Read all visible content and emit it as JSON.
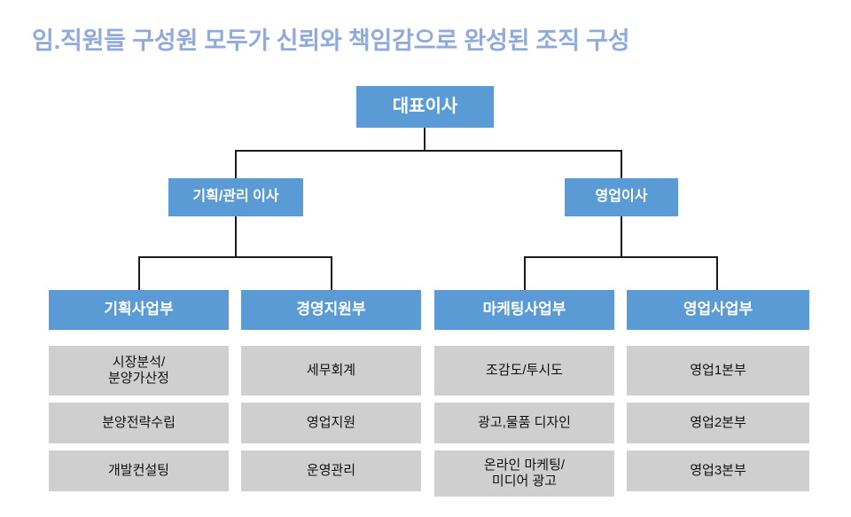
{
  "title": "임.직원들 구성원 모두가 신뢰와 책임감으로 완성된 조직 구성",
  "colors": {
    "title": "#8FAADC",
    "node_blue": "#5B9BD5",
    "node_gray": "#CFCFCF",
    "line": "#1A1A1A",
    "background": "#FFFFFF",
    "blue_text": "#FFFFFF",
    "gray_text": "#111111"
  },
  "org": {
    "root": {
      "label": "대표이사"
    },
    "directors": [
      {
        "label": "기획/관리 이사"
      },
      {
        "label": "영업이사"
      }
    ],
    "departments": [
      {
        "label": "기획사업부",
        "parent": "기획/관리 이사",
        "teams": [
          {
            "line1": "시장분석/",
            "line2": "분양가산정"
          },
          {
            "line1": "분양전략수립",
            "line2": ""
          },
          {
            "line1": "개발컨설팅",
            "line2": ""
          }
        ]
      },
      {
        "label": "경영지원부",
        "parent": "기획/관리 이사",
        "teams": [
          {
            "line1": "세무회계",
            "line2": ""
          },
          {
            "line1": "영업지원",
            "line2": ""
          },
          {
            "line1": "운영관리",
            "line2": ""
          }
        ]
      },
      {
        "label": "마케팅사업부",
        "parent": "영업이사",
        "teams": [
          {
            "line1": "조감도/투시도",
            "line2": ""
          },
          {
            "line1": "광고,물품 디자인",
            "line2": ""
          },
          {
            "line1": "온라인 마케팅/",
            "line2": "미디어 광고"
          }
        ]
      },
      {
        "label": "영업사업부",
        "parent": "영업이사",
        "teams": [
          {
            "line1": "영업1본부",
            "line2": ""
          },
          {
            "line1": "영업2본부",
            "line2": ""
          },
          {
            "line1": "영업3본부",
            "line2": ""
          }
        ]
      }
    ]
  }
}
